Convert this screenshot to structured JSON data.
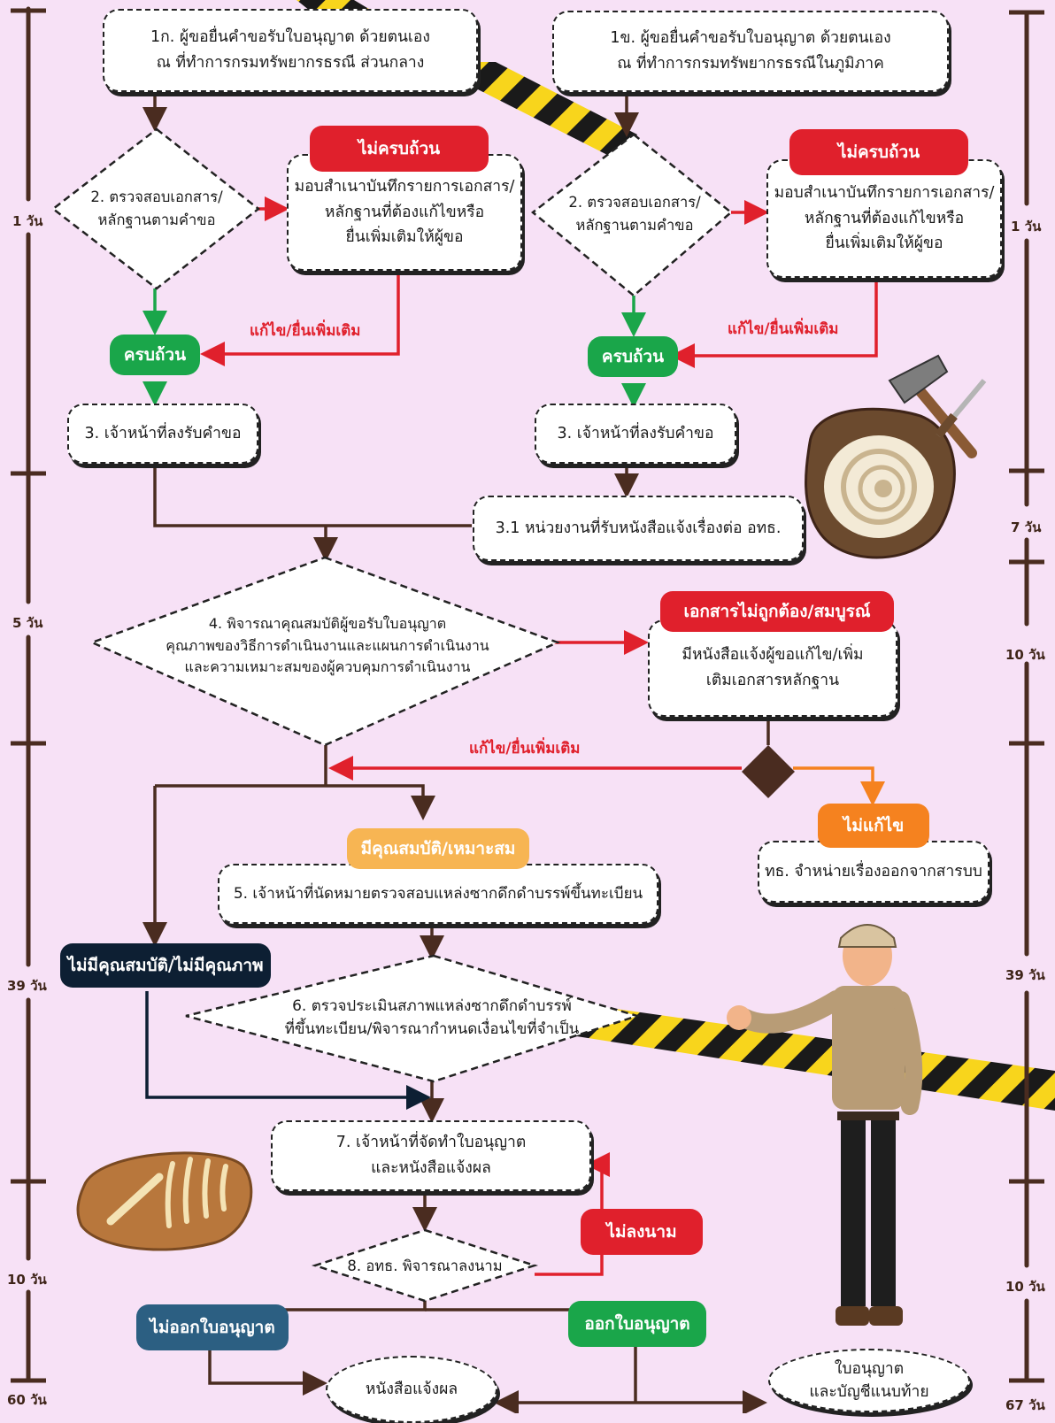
{
  "colors": {
    "background": "#f7e1f6",
    "line": "#4a2c20",
    "red": "#e0202c",
    "green": "#1aa64a",
    "orange": "#f5821f",
    "amber": "#f7b553",
    "navy": "#0d1f33",
    "teal": "#2c5f82"
  },
  "boxes": {
    "b1a": [
      "1ก. ผู้ขอยื่นคำขอรับใบอนุญาต ด้วยตนเอง",
      "ณ ที่ทำการกรมทรัพยากรธรณี ส่วนกลาง"
    ],
    "b1b": [
      "1ข. ผู้ขอยื่นคำขอรับใบอนุญาต ด้วยตนเอง",
      "ณ ที่ทำการกรมทรัพยากรธรณีในภูมิภาค"
    ],
    "d2a": [
      "2. ตรวจสอบเอกสาร/",
      "หลักฐานตามคำขอ"
    ],
    "d2b": [
      "2. ตรวจสอบเอกสาร/",
      "หลักฐานตามคำขอ"
    ],
    "r2a": [
      "มอบสำเนาบันทึกรายการเอกสาร/",
      "หลักฐานที่ต้องแก้ไขหรือ",
      "ยื่นเพิ่มเติมให้ผู้ขอ"
    ],
    "r2b": [
      "มอบสำเนาบันทึกรายการเอกสาร/",
      "หลักฐานที่ต้องแก้ไขหรือ",
      "ยื่นเพิ่มเติมให้ผู้ขอ"
    ],
    "b3a": "3. เจ้าหน้าที่ลงรับคำขอ",
    "b3b": "3. เจ้าหน้าที่ลงรับคำขอ",
    "b31": "3.1 หน่วยงานที่รับหนังสือแจ้งเรื่องต่อ อทธ.",
    "d4": [
      "4. พิจารณาคุณสมบัติผู้ขอรับใบอนุญาต",
      "คุณภาพของวิธีการดำเนินงานและแผนการดำเนินงาน",
      "และความเหมาะสมของผู้ควบคุมการดำเนินงาน"
    ],
    "r4": [
      "มีหนังสือแจ้งผู้ขอแก้ไข/เพิ่ม",
      "เติมเอกสารหลักฐาน"
    ],
    "rnone": "ทธ. จำหน่ายเรื่องออกจากสารบบ",
    "b5": "5. เจ้าหน้าที่นัดหมายตรวจสอบแหล่งซากดึกดำบรรพ์ขึ้นทะเบียน",
    "d6": [
      "6. ตรวจประเมินสภาพแหล่งซากดึกดำบรรพ์",
      "ที่ขึ้นทะเบียน/พิจารณากำหนดเงื่อนไขที่จำเป็น"
    ],
    "b7": [
      "7. เจ้าหน้าที่จัดทำใบอนุญาต",
      "และหนังสือแจ้งผล"
    ],
    "d8": "8. อทธ. พิจารณาลงนาม",
    "oval1": "หนังสือแจ้งผล",
    "oval2": [
      "ใบอนุญาต",
      "และบัญชีแนบท้าย"
    ]
  },
  "pills": {
    "incomplete_a": "ไม่ครบถ้วน",
    "incomplete_b": "ไม่ครบถ้วน",
    "complete_a": "ครบถ้วน",
    "complete_b": "ครบถ้วน",
    "docs_wrong": "เอกสารไม่ถูกต้อง/สมบูรณ์",
    "not_fixed": "ไม่แก้ไข",
    "qualified": "มีคุณสมบัติ/เหมาะสม",
    "not_qualified": "ไม่มีคุณสมบัติ/ไม่มีคุณภาพ",
    "not_signed": "ไม่ลงนาม",
    "not_issued": "ไม่ออกใบอนุญาต",
    "issued": "ออกใบอนุญาต"
  },
  "labels": {
    "fix_a": "แก้ไข/ยื่นเพิ่มเติม",
    "fix_b": "แก้ไข/ยื่นเพิ่มเติม",
    "fix_c": "แก้ไข/ยื่นเพิ่มเติม"
  },
  "timeline": {
    "left": [
      "1 วัน",
      "5 วัน",
      "39 วัน",
      "10 วัน",
      "60 วัน"
    ],
    "right": [
      "1 วัน",
      "7 วัน",
      "10 วัน",
      "39 วัน",
      "10 วัน",
      "67 วัน"
    ]
  },
  "icons": [
    "fossil-ammonite-icon",
    "hammer-icon",
    "chisel-icon",
    "dinosaur-bone-fossil-icon",
    "geologist-person-icon",
    "caution-tape-icon"
  ]
}
